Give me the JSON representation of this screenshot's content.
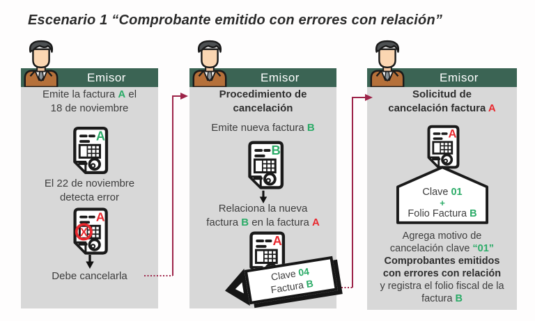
{
  "title": "Escenario 1 “Comprobante emitido con errores con relación”",
  "colors": {
    "header_green": "#3b6454",
    "accent_green": "#2bab67",
    "accent_red": "#e8282e",
    "connector_maroon": "#9d2449",
    "panel_gray": "#d8d8d8"
  },
  "icons": {
    "person": "person-icon",
    "invoice": "invoice-document-icon",
    "down_arrow": "down-arrow-icon",
    "error_mark": "red-x-circle-icon"
  },
  "columns": [
    {
      "header": "Emisor",
      "step1": {
        "pre": "Emite la factura ",
        "accent": "A",
        "post": " el"
      },
      "step1_line2": "18 de noviembre",
      "invoice1_label": "A",
      "step2_line1": "El 22 de noviembre",
      "step2_line2": "detecta error",
      "invoice2_label": "A",
      "invoice2_x": "X",
      "step3": "Debe cancelarla"
    },
    {
      "header": "Emisor",
      "heading_line1": "Procedimiento de",
      "heading_line2": "cancelación",
      "step1": {
        "pre": "Emite nueva factura ",
        "accent": "B"
      },
      "invoice1_label": "B",
      "step2_line1": "Relaciona la nueva",
      "step2_line2": {
        "pre": "factura ",
        "accent1": "B",
        "mid": " en la factura ",
        "accent2": "A"
      },
      "invoice2_label": "A",
      "tag": {
        "line1_pre": "Clave ",
        "line1_accent": "04",
        "line2_pre": "Factura ",
        "line2_accent": "B"
      }
    },
    {
      "header": "Emisor",
      "heading_line1": "Solicitud de",
      "heading_line2": {
        "pre": "cancelación factura ",
        "accent": "A"
      },
      "invoice1_label": "A",
      "pentagon": {
        "line1_pre": "Clave ",
        "line1_accent": "01",
        "plus": "+",
        "line2_pre": "Folio Factura ",
        "line2_accent": "B"
      },
      "note_line1": "Agrega motivo de",
      "note_line2_pre": "cancelación clave ",
      "note_line2_accent": "“01”",
      "note_line3": "Comprobantes emitidos",
      "note_line4": "con errores con relación",
      "note_line5": "y registra el folio fiscal de la",
      "note_line6_pre": "factura ",
      "note_line6_accent": "B"
    }
  ]
}
